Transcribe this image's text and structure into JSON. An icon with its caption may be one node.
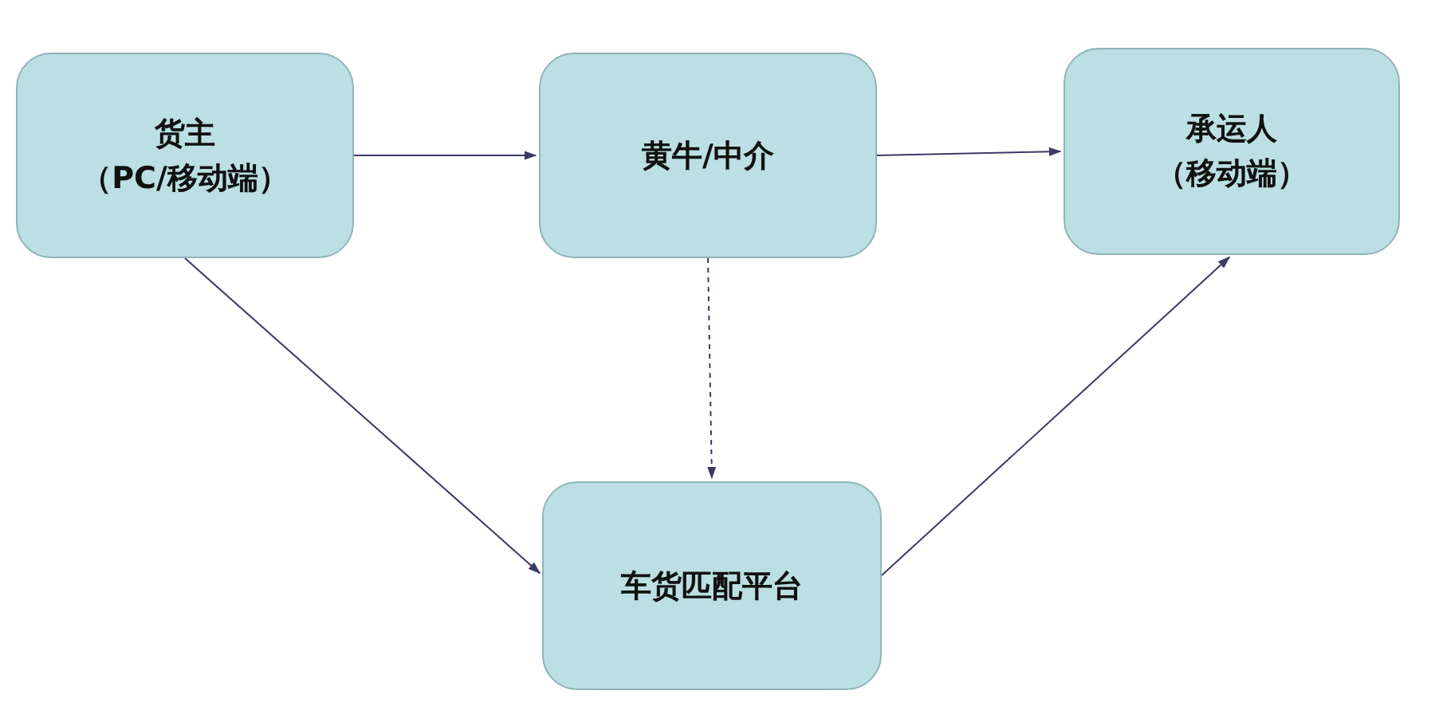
{
  "diagram": {
    "nodes": [
      {
        "text": [
          "货主",
          "（PC/移动端）"
        ]
      },
      {
        "text": [
          "黄牛/中介"
        ]
      },
      {
        "text": [
          "承运人",
          "（移动端）"
        ]
      },
      {
        "text": [
          "车货匹配平台"
        ]
      }
    ],
    "edges": [
      {
        "from": 0,
        "to": 1,
        "arrow": "to"
      },
      {
        "from": 1,
        "to": 2,
        "arrow": "to"
      },
      {
        "from": 1,
        "to": 3,
        "arrow": "to",
        "style": "dashed"
      },
      {
        "from": 0,
        "to": 3,
        "arrow": "to"
      },
      {
        "from": 3,
        "to": 2,
        "arrow": "to"
      }
    ]
  }
}
